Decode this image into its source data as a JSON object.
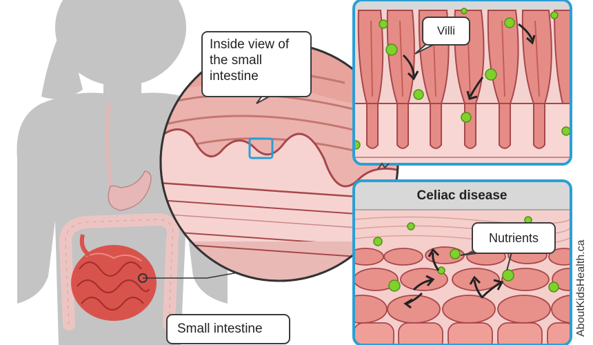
{
  "labels": {
    "inside_view": "Inside view of the small intestine",
    "small_intestine": "Small intestine",
    "villi": "Villi",
    "celiac": "Celiac disease",
    "nutrients": "Nutrients"
  },
  "credit": "AboutKidsHealth.ca",
  "colors": {
    "panel_border": "#2a9fd6",
    "silhouette": "#c4c4c4",
    "tissue": "#e89a9a",
    "tissue_dark": "#a7464a",
    "nutrient": "#7fd12b",
    "callout_border": "#3a3a3a",
    "header_gray": "#d8d8d8"
  }
}
